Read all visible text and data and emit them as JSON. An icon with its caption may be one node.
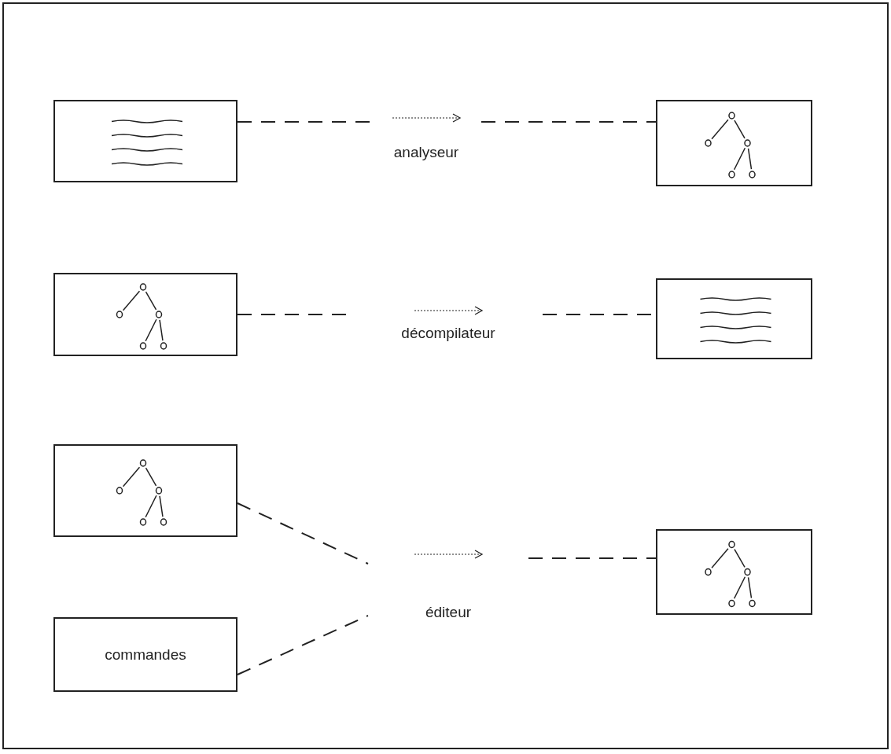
{
  "diagram": {
    "nodes": [
      {
        "text": [],
        "shape": "box"
      },
      {
        "text": [
          "analyseur"
        ]
      },
      {
        "text": [],
        "shape": "box"
      },
      {
        "text": [],
        "shape": "box"
      },
      {
        "text": [
          "décompilateur"
        ]
      },
      {
        "text": [],
        "shape": "box"
      },
      {
        "text": [],
        "shape": "box"
      },
      {
        "text": [
          "commandes"
        ]
      },
      {
        "text": [
          "éditeur"
        ]
      },
      {
        "text": [],
        "shape": "box"
      }
    ],
    "edges": [
      {
        "from": 0,
        "to": 1,
        "arrow": "none",
        "style": "dashed"
      },
      {
        "from": 1,
        "to": 2,
        "arrow": "none",
        "style": "dashed"
      },
      {
        "from": 3,
        "to": 4,
        "arrow": "none",
        "style": "dashed"
      },
      {
        "from": 4,
        "to": 5,
        "arrow": "none",
        "style": "dashed"
      },
      {
        "from": 6,
        "to": 8,
        "arrow": "none",
        "style": "dashed"
      },
      {
        "from": 7,
        "to": 8,
        "arrow": "none",
        "style": "dashed"
      },
      {
        "from": 8,
        "to": 9,
        "arrow": "none",
        "style": "dashed"
      }
    ]
  }
}
